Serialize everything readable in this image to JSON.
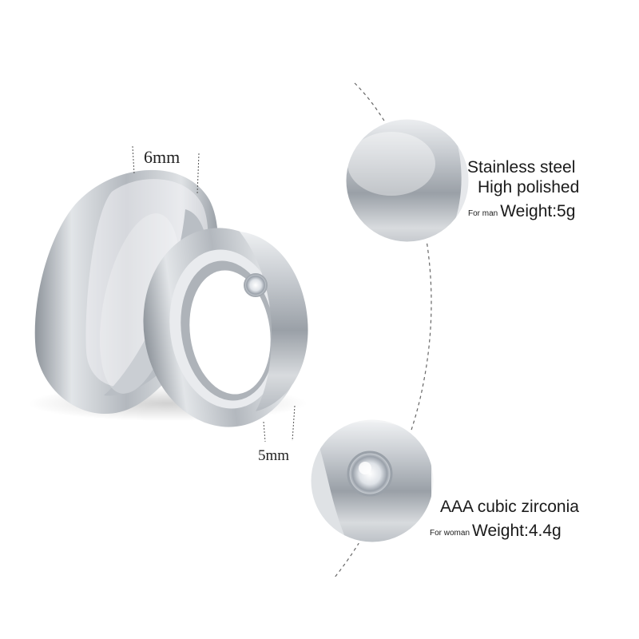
{
  "image": {
    "background": "#ffffff",
    "metal_color": "#c7ccd1",
    "ring_sizes": {
      "man_width": "6mm",
      "woman_width": "5mm"
    },
    "features": [
      {
        "name": "man-ring-feature",
        "lines": [
          "Stainless steel",
          "High polished"
        ],
        "prefix": "For man",
        "weight": "Weight:5g"
      },
      {
        "name": "woman-ring-feature",
        "lines": [
          "AAA cubic zirconia"
        ],
        "prefix": "For woman",
        "weight": "Weight:4.4g"
      }
    ]
  }
}
